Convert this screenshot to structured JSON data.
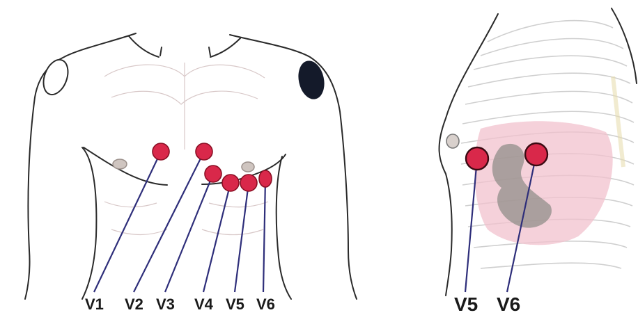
{
  "front_view": {
    "leads": [
      "V1",
      "V2",
      "V3",
      "V4",
      "V5",
      "V6"
    ]
  },
  "side_view": {
    "leads": [
      "V5",
      "V6"
    ]
  },
  "colors": {
    "electrode": "#d9284a",
    "lead_line": "#2e2e7a",
    "reference_electrode_dark": "#141a2a",
    "body_outline": "#2a2a2a",
    "heart_shadow": "#f2c2ce"
  }
}
